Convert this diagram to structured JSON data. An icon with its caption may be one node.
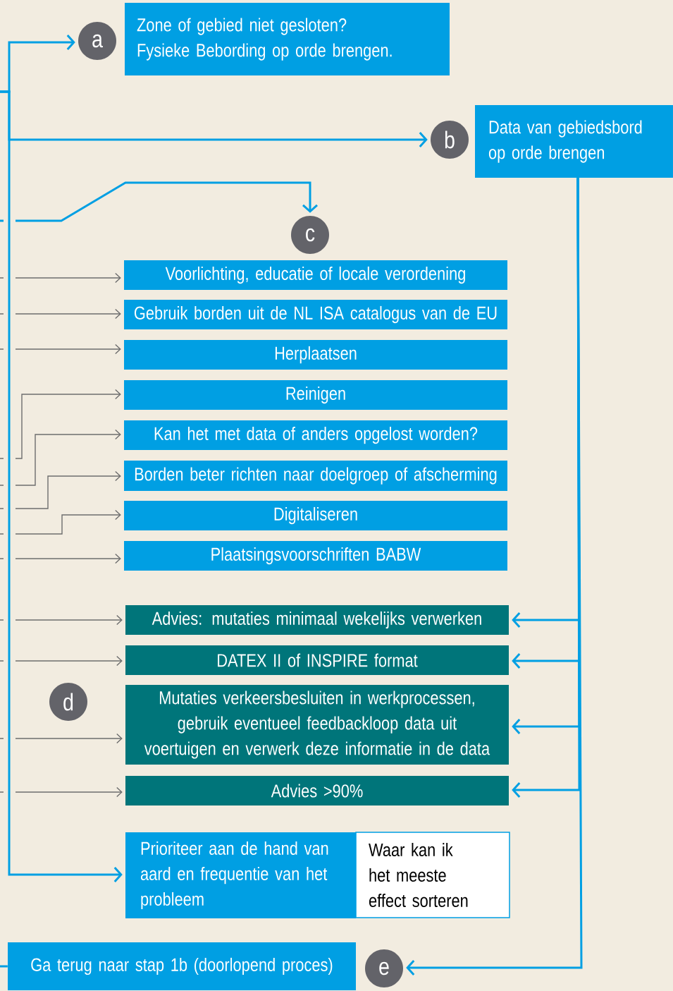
{
  "diagram": {
    "nodes": [
      {
        "text": [
          "a"
        ]
      },
      {
        "text": [
          "Zone of gebied niet gesloten? Fysieke Bebording op orde brengen."
        ]
      },
      {
        "text": [
          "b"
        ]
      },
      {
        "text": [
          "Data van gebiedsbord op orde brengen"
        ]
      },
      {
        "text": [
          "c"
        ]
      },
      {
        "text": [
          "Voorlichting, educatie of locale verordening"
        ]
      },
      {
        "text": [
          "Gebruik borden uit de NL ISA catalogus van de EU"
        ]
      },
      {
        "text": [
          "Herplaatsen"
        ]
      },
      {
        "text": [
          "Reinigen"
        ]
      },
      {
        "text": [
          "Kan het met data of anders opgelost worden?"
        ]
      },
      {
        "text": [
          "Borden beter richten naar doelgroep of afscherming"
        ]
      },
      {
        "text": [
          "Digitaliseren"
        ]
      },
      {
        "text": [
          "Plaatsingsvoorschriften BABW"
        ]
      },
      {
        "text": [
          "d"
        ]
      },
      {
        "text": [
          "Advies: mutaties minimaal wekelijks verwerken"
        ]
      },
      {
        "text": [
          "DATEX II of INSPIRE format"
        ]
      },
      {
        "text": [
          "Mutaties verkeersbesluiten in werkprocessen, gebruik eventueel feedbackloop data uit voertuigen en verwerk deze informatie in de data"
        ]
      },
      {
        "text": [
          "Advies >90%"
        ]
      },
      {
        "text": [
          "Prioriteer aan de hand van aard en frequentie van het probleem"
        ]
      },
      {
        "text": [
          "Waar kan ik het meeste effect sorteren"
        ]
      },
      {
        "text": [
          "Ga terug naar stap 1b (doorlopend proces)"
        ]
      },
      {
        "text": [
          "e"
        ]
      }
    ],
    "edges": [
      {
        "from": null,
        "to": 0,
        "arrow": "to",
        "color": "#009fe3"
      },
      {
        "from": null,
        "to": 2,
        "arrow": "to",
        "color": "#009fe3"
      },
      {
        "from": null,
        "to": 18,
        "arrow": "to",
        "color": "#009fe3"
      },
      {
        "from": null,
        "to": 4,
        "arrow": "to",
        "color": "#009fe3"
      },
      {
        "from": null,
        "to": 5,
        "arrow": "to"
      },
      {
        "from": null,
        "to": 6,
        "arrow": "to"
      },
      {
        "from": null,
        "to": 7,
        "arrow": "to"
      },
      {
        "from": null,
        "to": 8,
        "arrow": "to"
      },
      {
        "from": null,
        "to": 9,
        "arrow": "to"
      },
      {
        "from": null,
        "to": 10,
        "arrow": "to"
      },
      {
        "from": null,
        "to": 11,
        "arrow": "to"
      },
      {
        "from": null,
        "to": 12,
        "arrow": "to"
      },
      {
        "from": null,
        "to": 14,
        "arrow": "to"
      },
      {
        "from": null,
        "to": 15,
        "arrow": "to"
      },
      {
        "from": null,
        "to": 16,
        "arrow": "to"
      },
      {
        "from": null,
        "to": 17,
        "arrow": "to"
      },
      {
        "from": 3,
        "to": 14,
        "arrow": "to",
        "color": "#009fe3"
      },
      {
        "from": 3,
        "to": 15,
        "arrow": "to",
        "color": "#009fe3"
      },
      {
        "from": 3,
        "to": 16,
        "arrow": "to",
        "color": "#009fe3"
      },
      {
        "from": 3,
        "to": 17,
        "arrow": "to",
        "color": "#009fe3"
      },
      {
        "from": 3,
        "to": 21,
        "arrow": "to",
        "color": "#009fe3"
      },
      {
        "from": null,
        "to": 20,
        "arrow": "none",
        "color": "#009fe3"
      }
    ]
  }
}
